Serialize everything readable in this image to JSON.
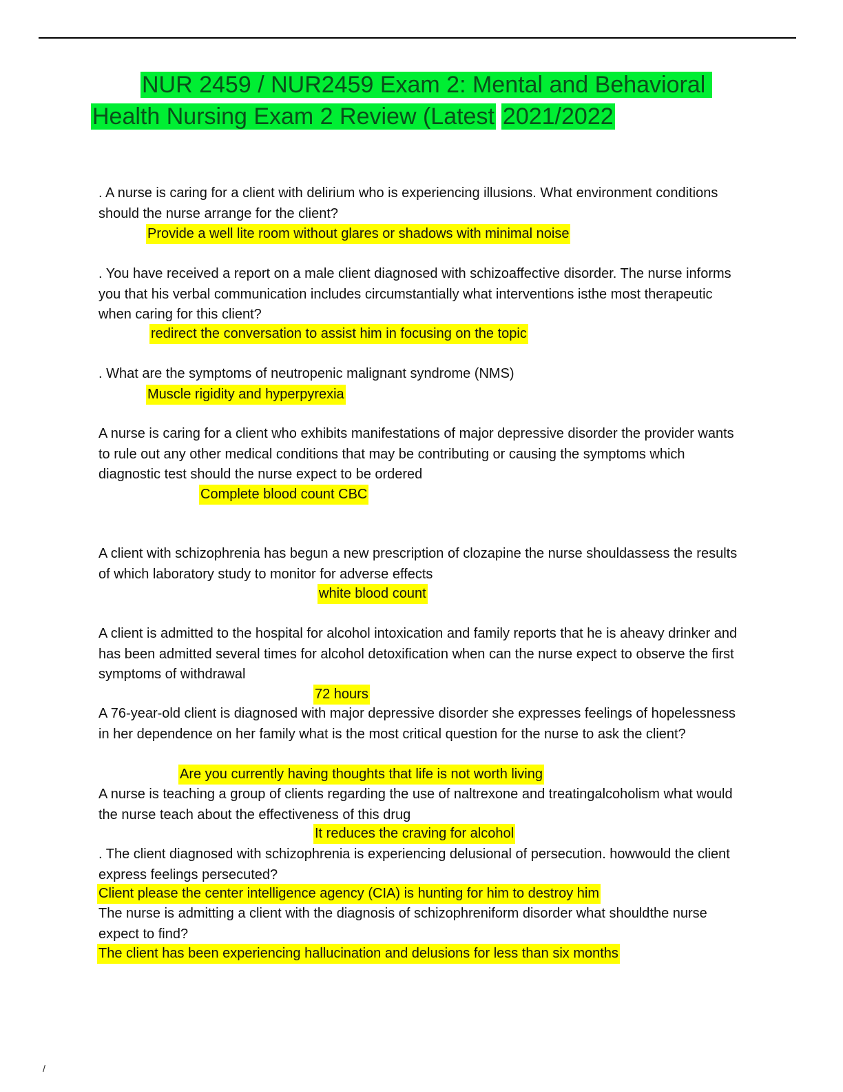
{
  "title": {
    "line1": "NUR 2459 / NUR2459 Exam 2: Mental and Behavioral",
    "line2a": "Health Nursing Exam 2 Review (Latest",
    "line2b": "2021/2022"
  },
  "qa": [
    {
      "question": ". A nurse is caring for a client with delirium who is experiencing illusions. What environment conditions should the nurse arrange for the client?",
      "answer": "Provide a well lite room without glares or shadows with minimal noise"
    },
    {
      "question": ". You have received a report on a male client diagnosed with schizoaffective disorder. The nurse informs you that his verbal communication includes circumstantially what interventions isthe most therapeutic when caring for this client?",
      "answer": "redirect the conversation to assist him in focusing on the topic"
    },
    {
      "question": ". What are the symptoms of neutropenic malignant syndrome (NMS)",
      "answer": "Muscle rigidity and hyperpyrexia"
    },
    {
      "question": "A nurse is caring for a client who exhibits manifestations of major depressive disorder the provider wants to rule out any other medical conditions that may be contributing or causing the symptoms which diagnostic test should the nurse expect to be ordered",
      "answer": "Complete blood count CBC"
    },
    {
      "question": "A client with schizophrenia has begun a new prescription of clozapine the nurse shouldassess the results of which laboratory study to monitor for adverse effects",
      "answer": "white blood count"
    },
    {
      "question": "A client is admitted to the hospital for alcohol intoxication and family reports that he is aheavy drinker and has been admitted several times for alcohol detoxification when can the nurse expect to observe the first symptoms of withdrawal",
      "answer": "72 hours"
    },
    {
      "question": "A 76-year-old client is diagnosed with major depressive disorder she expresses feelings of hopelessness in her dependence on her family what is the most critical question for the nurse to ask the client?",
      "answer": "Are you currently having thoughts that life is not worth living"
    },
    {
      "question": "A nurse is teaching a group of clients regarding the use of naltrexone and treatingalcoholism what would the nurse teach about the effectiveness of this drug",
      "answer": "It reduces the craving for alcohol"
    },
    {
      "question": ". The client diagnosed with schizophrenia is experiencing delusional of persecution. howwould the client express feelings persecuted?",
      "answer": "Client please the center intelligence agency (CIA) is hunting for him to destroy him"
    },
    {
      "question": "The nurse is admitting a client with the diagnosis of schizophreniform disorder what shouldthe nurse expect to find?",
      "answer": "The client  has been experiencing hallucination and delusions for less than six months"
    }
  ],
  "footer_mark": "/"
}
